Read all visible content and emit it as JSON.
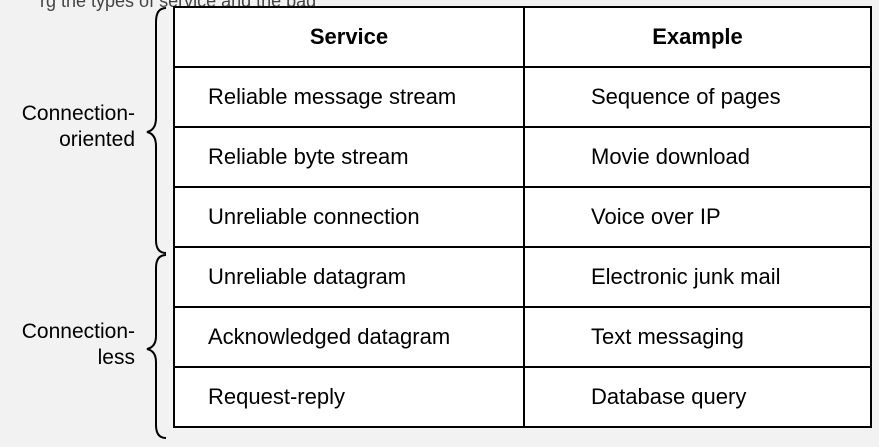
{
  "top_cut_text": "rg  the  types of service and the  pag",
  "groups": [
    {
      "label_lines": [
        "Connection-",
        "oriented"
      ]
    },
    {
      "label_lines": [
        "Connection-",
        "less"
      ]
    }
  ],
  "table": {
    "headers": [
      "Service",
      "Example"
    ],
    "rows": [
      {
        "service": "Reliable message stream",
        "example": "Sequence of pages"
      },
      {
        "service": "Reliable byte stream",
        "example": "Movie download"
      },
      {
        "service": "Unreliable connection",
        "example": "Voice over IP"
      },
      {
        "service": "Unreliable datagram",
        "example": "Electronic junk mail"
      },
      {
        "service": "Acknowledged datagram",
        "example": "Text messaging"
      },
      {
        "service": "Request-reply",
        "example": "Database query"
      }
    ]
  }
}
